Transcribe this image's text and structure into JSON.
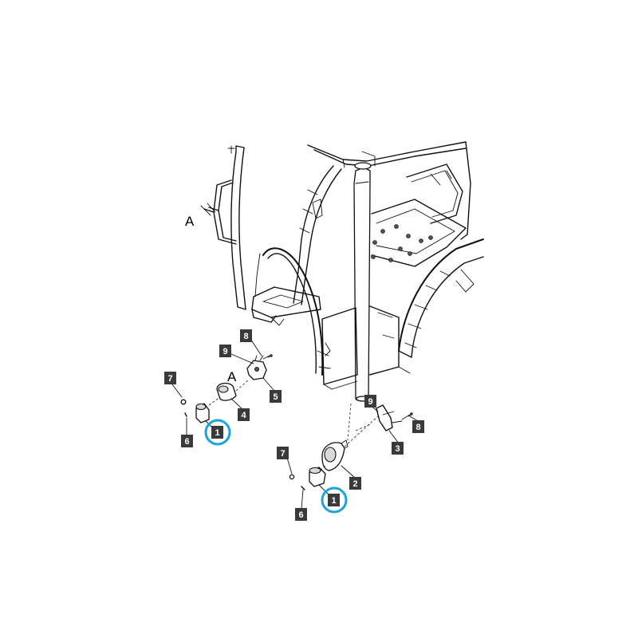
{
  "colors": {
    "highlight": "#1ca3dc",
    "callout_bg": "#3a3a3a",
    "callout_fg": "#ffffff",
    "line": "#111111"
  },
  "reference_labels": [
    {
      "id": "ref-a-top",
      "text": "A"
    },
    {
      "id": "ref-a-mid",
      "text": "A"
    }
  ],
  "callouts": [
    {
      "id": "c8-top",
      "text": "8",
      "highlighted": false
    },
    {
      "id": "c9-top",
      "text": "9",
      "highlighted": false
    },
    {
      "id": "c7-left",
      "text": "7",
      "highlighted": false
    },
    {
      "id": "c5",
      "text": "5",
      "highlighted": false
    },
    {
      "id": "c4",
      "text": "4",
      "highlighted": false
    },
    {
      "id": "c6-left",
      "text": "6",
      "highlighted": false
    },
    {
      "id": "c1-left",
      "text": "1",
      "highlighted": true
    },
    {
      "id": "c9-right",
      "text": "9",
      "highlighted": false
    },
    {
      "id": "c8-right",
      "text": "8",
      "highlighted": false
    },
    {
      "id": "c3",
      "text": "3",
      "highlighted": false
    },
    {
      "id": "c7-bottom",
      "text": "7",
      "highlighted": false
    },
    {
      "id": "c2",
      "text": "2",
      "highlighted": false
    },
    {
      "id": "c1-bottom",
      "text": "1",
      "highlighted": true
    },
    {
      "id": "c6-bottom",
      "text": "6",
      "highlighted": false
    }
  ]
}
